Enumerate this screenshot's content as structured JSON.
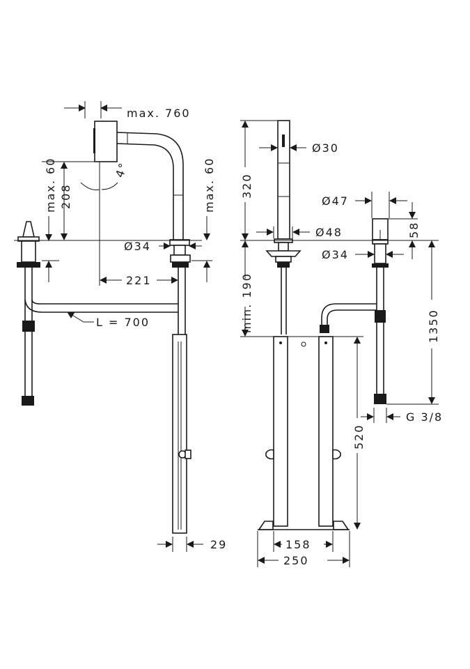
{
  "left_view": {
    "spray_reach": "max. 760",
    "spray_drop_left": "max. 60",
    "spray_height": "208",
    "swivel_angle": "4°",
    "spout_drop_right": "max. 60",
    "base_diameter": "Ø34",
    "spout_projection": "221",
    "hose_length": "L = 700",
    "weight_width": "29"
  },
  "right_view": {
    "head_diameter": "Ø30",
    "spout_height": "320",
    "base_diameter": "Ø48",
    "min_clearance": "min. 190",
    "valve_diameter": "Ø47",
    "valve_height": "58",
    "valve_base_diameter": "Ø34",
    "valve_total_height": "1350",
    "connection": "G 3/8",
    "cabinet_height": "520",
    "inner_width": "158",
    "outer_width": "250"
  }
}
